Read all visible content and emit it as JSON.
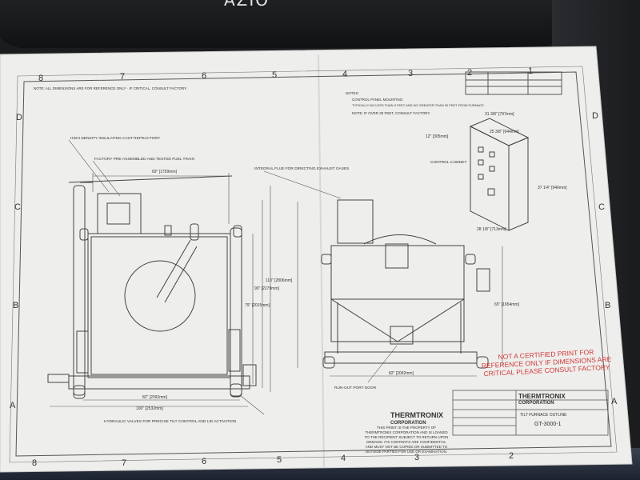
{
  "device": {
    "brand": "AZIO"
  },
  "drawing": {
    "grid_cols_top": [
      "8",
      "7",
      "6",
      "5",
      "4",
      "3",
      "2",
      "1"
    ],
    "grid_rows_left": [
      "D",
      "C",
      "B",
      "A"
    ],
    "grid_rows_right": [
      "D",
      "C",
      "B",
      "A"
    ],
    "notes_left": "NOTE: ALL DIMENSIONS ARE FOR REFERENCE ONLY · IF CRITICAL, CONSULT FACTORY.",
    "notes_right_title": "NOTES:",
    "notes_right_1": "CONTROL PANEL MOUNTING:",
    "notes_right_2": "TYPICALLY NO LESS THAN 3 FEET AND NO GREATER THAN 30 FEET FROM FURNACE.",
    "notes_right_3": "NOTE: IF OVER 30 FEET, CONSULT FACTORY.",
    "callout_refractory": "HIGH DENSITY INSULATING CAST REFRACTORY",
    "callout_fuel_train": "FACTORY PRE-ASSEMBLED AND TESTED FUEL TRAIN",
    "callout_flue": "INTEGRAL FLUE FOR DIRECTING EXHAUST GASES",
    "callout_control_cabinet": "CONTROL CABINET",
    "callout_runout": "RUN-OUT PORT DOOR",
    "callout_hydraulic": "HYDRAULIC VALVES FOR PRECISE TILT CONTROL AND LID ACTIVATION",
    "dim_top_width": "69\" [1759mm]",
    "dim_bottom_82": "82\" [2092mm]",
    "dim_bottom_100": "100\" [2532mm]",
    "dim_height_110": "110\" [2806mm]",
    "dim_height_90": "90\" [2279mm]",
    "dim_height_79": "79\" [2015mm]",
    "dim_side_82": "82\" [2092mm]",
    "dim_side_65": "65\" [1654mm]",
    "dim_cab_31": "31 3/8\" [797mm]",
    "dim_cab_25": "25 3/8\" [644mm]",
    "dim_cab_12": "12\" [305mm]",
    "dim_cab_37": "37 1/4\" [946mm]",
    "dim_cab_28": "28 1/8\" [713mm]",
    "red_note": "NOT A CERTIFIED PRINT FOR REFERENCE ONLY IF DIMENSIONS ARE CRITICAL PLEASE CONSULT FACTORY",
    "company": "THERMTRONIX",
    "company_sub": "CORPORATION",
    "property_note": "THIS PRINT IS THE PROPERTY OF THERMTRONIX CORPORATION AND IS LOANED TO THE RECIPIENT SUBJECT TO RETURN UPON DEMAND. ITS CONTENTS ARE CONFIDENTIAL AND MUST NOT BE COPIED OR SUBMITTED TO OUTSIDE PARTIES FOR USE OR EXAMINATION.",
    "title_line": "TILT FURNACE OUTLINE",
    "drawing_no": "GT-3000-1"
  }
}
